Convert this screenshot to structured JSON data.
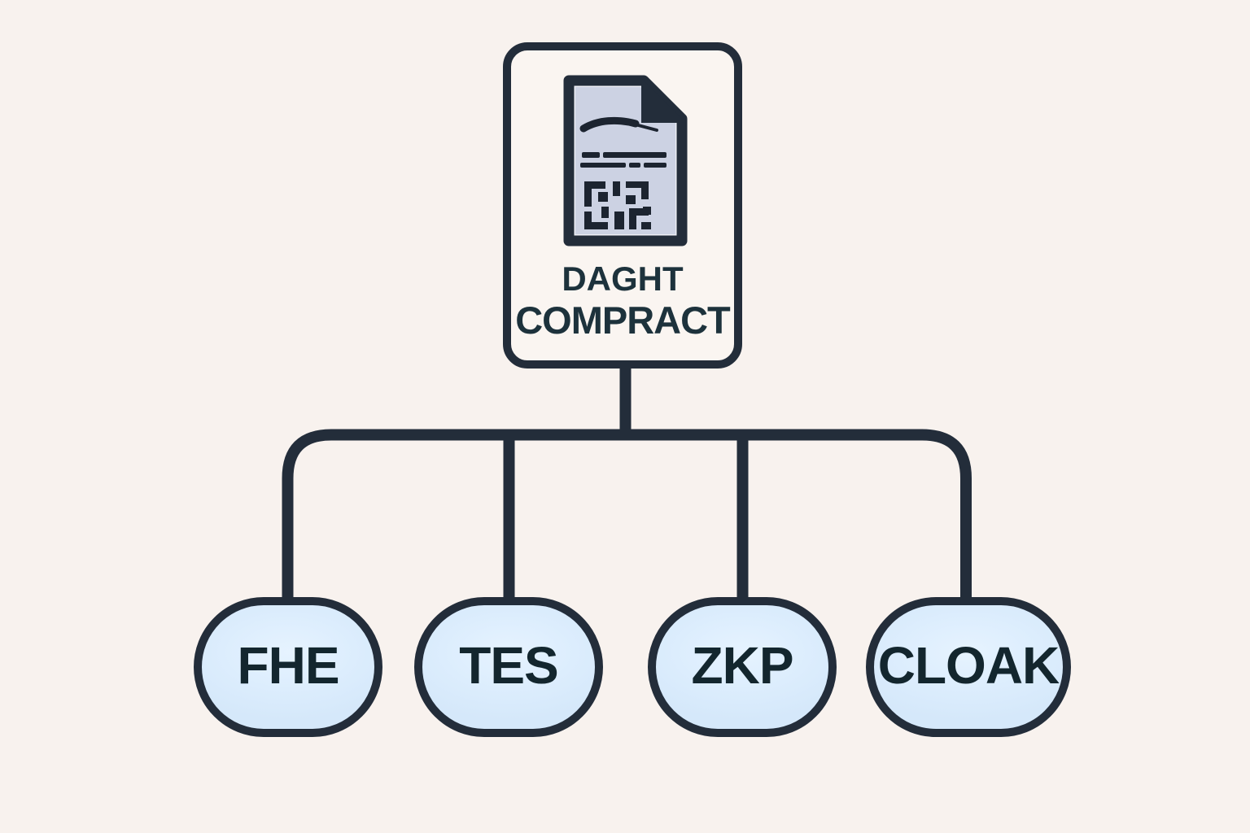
{
  "root": {
    "line1": "DAGHT",
    "line2": "COMPRACT",
    "icon": "contract-document-icon"
  },
  "children": [
    {
      "label": "FHE"
    },
    {
      "label": "TES"
    },
    {
      "label": "ZKP"
    },
    {
      "label": "CLOAK"
    }
  ],
  "colors": {
    "background": "#f8f2ee",
    "connector_line": "#232d3a",
    "node_border": "#232d3a",
    "node_fill": "#dcedfd",
    "node_text": "#13262e",
    "root_box_fill": "#faf5f1",
    "root_text": "#1d323c",
    "document_paper": "#ccd2e3",
    "document_ink": "#1c2430"
  }
}
